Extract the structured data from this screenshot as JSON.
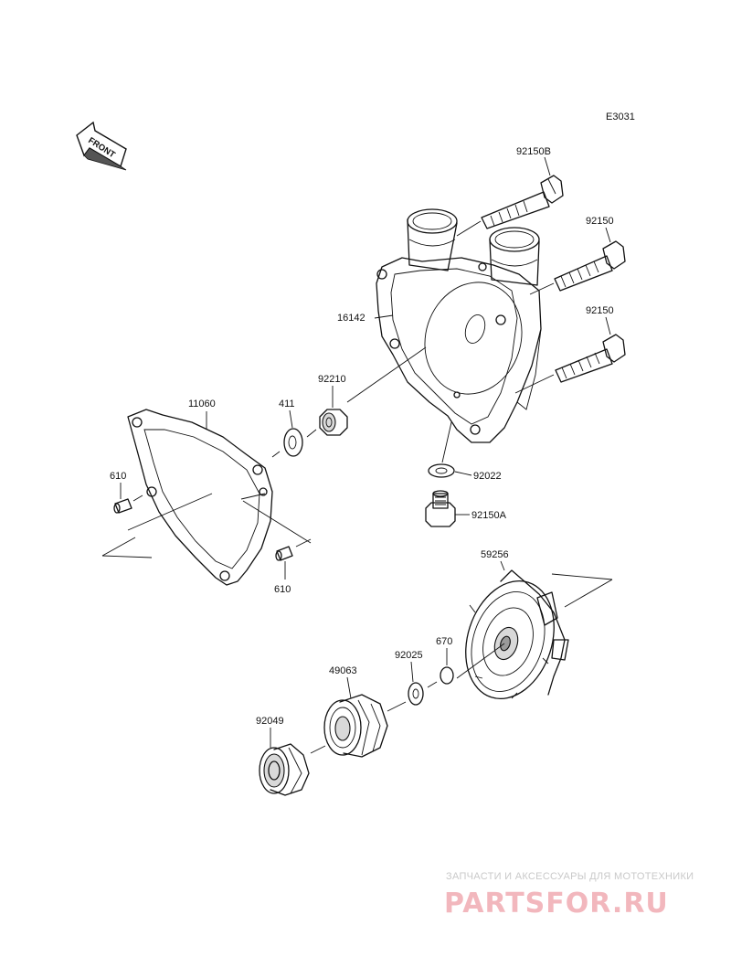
{
  "diagram_code": "E3031",
  "front_arrow": "FRONT",
  "labels": {
    "p92150B": "92150B",
    "p92150_upper": "92150",
    "p92150_lower": "92150",
    "p16142": "16142",
    "p92210": "92210",
    "p11060": "11060",
    "p411": "411",
    "p610_left": "610",
    "p610_right": "610",
    "p92022": "92022",
    "p92150A": "92150A",
    "p59256": "59256",
    "p670": "670",
    "p92025": "92025",
    "p49063": "49063",
    "p92049": "92049"
  },
  "watermark": {
    "subtitle": "ЗАПЧАСТИ И АКСЕССУАРЫ ДЛЯ МОТОТЕХНИКИ",
    "brand": "PARTSFOR.RU"
  }
}
